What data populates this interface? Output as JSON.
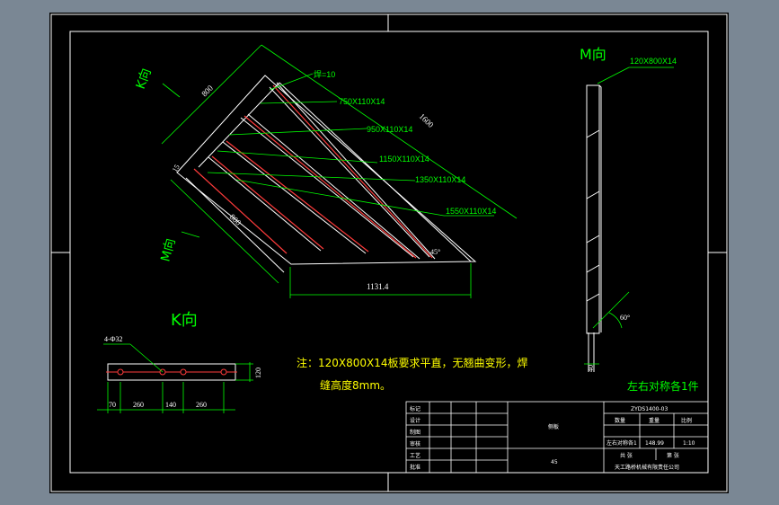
{
  "view_labels": {
    "m_view": "M向",
    "k_view_diag": "K向",
    "k_view_diag2": "M向",
    "k_view_title": "K向"
  },
  "parts": {
    "weld": "焊=10",
    "p1": "750X110X14",
    "p2": "950X110X14",
    "p3": "1150X110X14",
    "p4": "1350X110X14",
    "p5": "1550X110X14",
    "top_plate": "120X800X14"
  },
  "dims": {
    "d800a": "800",
    "d1600": "1600",
    "d15": "15",
    "d800b": "800",
    "d45": "45°",
    "d1131": "1131.4",
    "d60": "60°",
    "d40": "40",
    "d4phi": "4-Φ32",
    "d120": "120",
    "d70": "70",
    "d260a": "260",
    "d140": "140",
    "d260b": "260"
  },
  "note": {
    "line1": "注：120X800X14板要求平直，无翘曲变形，焊",
    "line2": "缝高度8mm。"
  },
  "sym_note": "左右对称各1件",
  "title_block": {
    "rows": [
      "标记",
      "设计",
      "制图",
      "审核",
      "工艺",
      "批准"
    ],
    "part_name": "侧板",
    "material": "45",
    "drawing_no": "ZYDS1400-03",
    "col_qty": "数量",
    "col_weight": "重量",
    "col_scale": "比例",
    "qty": "左右对称各1",
    "weight": "148.99",
    "scale": "1:10",
    "sheet_total": "共 张",
    "sheet_no": "第 张",
    "company": "天工路桥机械有限责任公司"
  },
  "colors": {
    "background": "#000000",
    "frame": "#ffffff",
    "annotation": "#00ff00",
    "dimension": "#ffffff",
    "accent_red": "#ff3b3b",
    "highlight": "#ffff00"
  }
}
